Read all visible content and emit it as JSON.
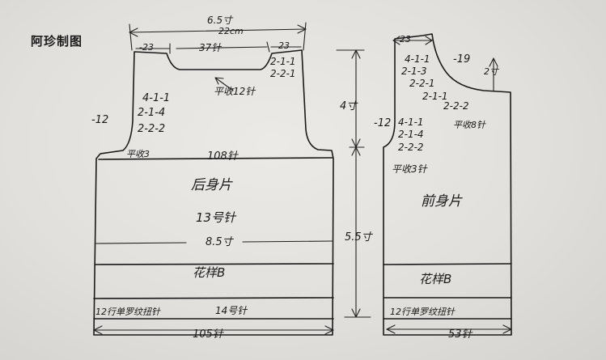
{
  "title": "阿珍制图",
  "back": {
    "top_width_cun": "6.5寸",
    "top_width_cm": "22cm",
    "shoulder_left": "-23",
    "neck_center": "37针",
    "shoulder_right": "23",
    "neck_rule_1": "2-1-1",
    "neck_rule_2": "2-2-1",
    "neck_flat": "平收12针",
    "arm_rule_1": "4-1-1",
    "arm_rule_2": "2-1-4",
    "arm_rule_3": "2-2-2",
    "arm_side": "-12",
    "arm_flat": "平收3",
    "chest_stitches": "108针",
    "piece_name": "后身片",
    "needle_size": "13号针",
    "body_height": "8.5寸",
    "pattern": "花样B",
    "needle_size_2": "14号针",
    "rib": "12行单罗纹扭针",
    "hem_stitches": "105针",
    "armhole_height": "4寸",
    "lower_height": "5.5寸"
  },
  "front": {
    "shoulder": "23",
    "neck_rule_1": "4-1-1",
    "neck_rule_2": "2-1-3",
    "neck_rule_3": "2-2-1",
    "neck_rule_4": "2-1-1",
    "neck_rule_5": "2-2-2",
    "neck_side": "-19",
    "neck_height": "2寸",
    "neck_flat": "平收8针",
    "arm_side": "-12",
    "arm_rule_1": "4-1-1",
    "arm_rule_2": "2-1-4",
    "arm_rule_3": "2-2-2",
    "arm_flat": "平收3针",
    "piece_name": "前身片",
    "pattern": "花样B",
    "rib": "12行单罗纹扭针",
    "hem_stitches": "53针"
  }
}
